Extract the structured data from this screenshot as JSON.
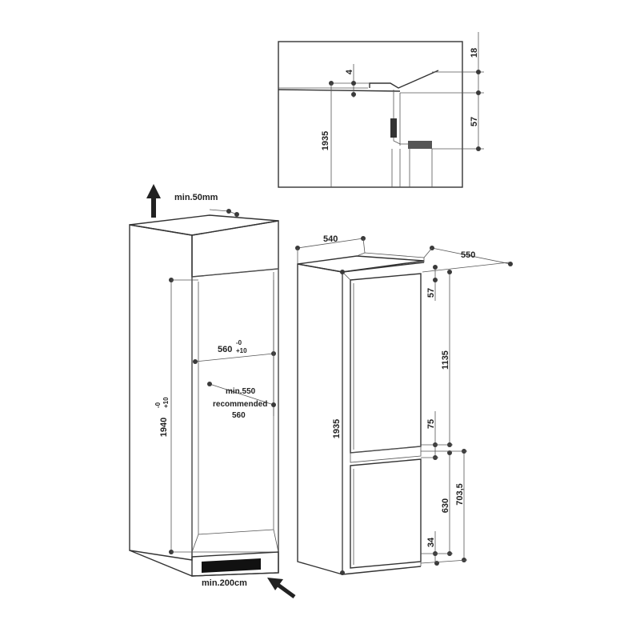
{
  "colors": {
    "line": "#333333",
    "dot": "#3a3a3a",
    "background": "#ffffff",
    "dark": "#111111"
  },
  "detail": {
    "dim_top_gap": "18",
    "dim_step": "4",
    "dim_height": "1935",
    "dim_hinge": "57"
  },
  "cabinet": {
    "vent_top_label": "min.50mm",
    "vent_top_icon": "arrow-up-icon",
    "width_label": "560",
    "width_tol_top": "-0",
    "width_tol_bottom": "+10",
    "depth_min_label": "min.550",
    "depth_recommended_label": "recommended",
    "depth_recommended_value": "560",
    "height_label": "1940",
    "height_tol_top": "-0",
    "height_tol_bottom": "+10",
    "vent_bottom_label": "min.200cm",
    "vent_bottom_icon": "arrow-diagonal-icon"
  },
  "appliance": {
    "width": "540",
    "depth": "550",
    "top_gap": "57",
    "fridge_door": "1135",
    "total_height": "1935",
    "divider": "75",
    "freezer_door": "630",
    "freezer_total": "703,5",
    "bottom_gap": "34"
  }
}
